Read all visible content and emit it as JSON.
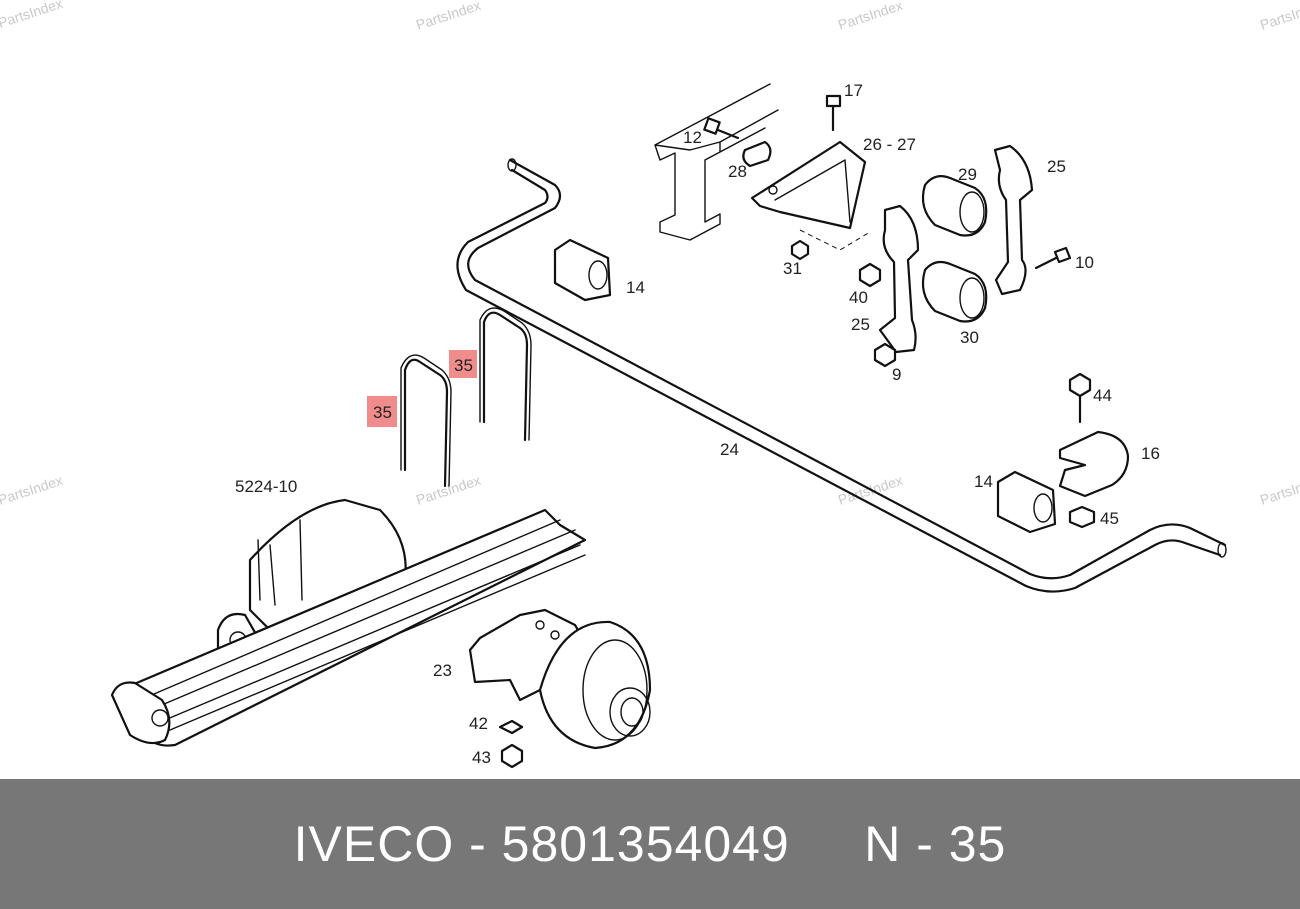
{
  "watermark": "PartsIndex",
  "callouts": {
    "c17": "17",
    "c12": "12",
    "c26": "26 - 27",
    "c28": "28",
    "c29": "29",
    "c25a": "25",
    "c25b": "25",
    "c31": "31",
    "c10": "10",
    "c14a": "14",
    "c14b": "14",
    "c40": "40",
    "c30": "30",
    "c9": "9",
    "c44": "44",
    "c16": "16",
    "c45": "45",
    "c24": "24",
    "c35a": "35",
    "c35b": "35",
    "c5224": "5224-10",
    "c23": "23",
    "c42": "42",
    "c43": "43"
  },
  "highlight_color": "#f08c8c",
  "footer": {
    "text": "IVECO - 5801354049     N - 35",
    "background": "#777777"
  }
}
